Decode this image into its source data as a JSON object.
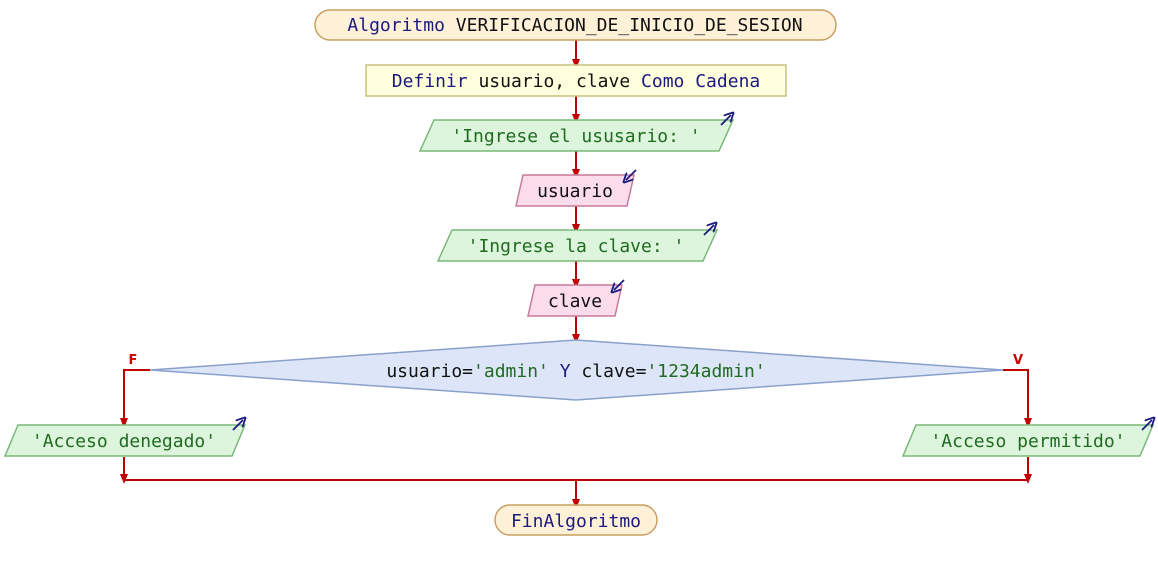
{
  "algorithm": {
    "start_keyword": "Algoritmo",
    "name": "VERIFICACION_DE_INICIO_DE_SESION",
    "end_keyword": "FinAlgoritmo"
  },
  "define": {
    "keyword": "Definir",
    "vars": "usuario, clave",
    "type_keyword": "Como",
    "type": "Cadena"
  },
  "steps": {
    "prompt_user": "'Ingrese el ususario: '",
    "read_user": "usuario",
    "prompt_pass": "'Ingrese la clave: '",
    "read_pass": "clave"
  },
  "decision": {
    "lhs1": "usuario=",
    "val1": "'admin'",
    "op": "Y",
    "lhs2": "clave=",
    "val2": "'1234admin'",
    "false_label": "F",
    "true_label": "V"
  },
  "outputs": {
    "denied": "'Acceso denegado'",
    "granted": "'Acceso permitido'"
  },
  "colors": {
    "line": "#c00000",
    "terminal_fill": "#fff0d8",
    "terminal_stroke": "#c8a060",
    "process_fill": "#ffffdd",
    "process_stroke": "#c8c080",
    "output_fill": "#ddf5dd",
    "output_stroke": "#7ab87a",
    "input_fill": "#fbdcea",
    "input_stroke": "#c87a9a",
    "decision_fill": "#dde6f8",
    "decision_stroke": "#8aa0cc",
    "io_arrow": "#1a1a80"
  }
}
